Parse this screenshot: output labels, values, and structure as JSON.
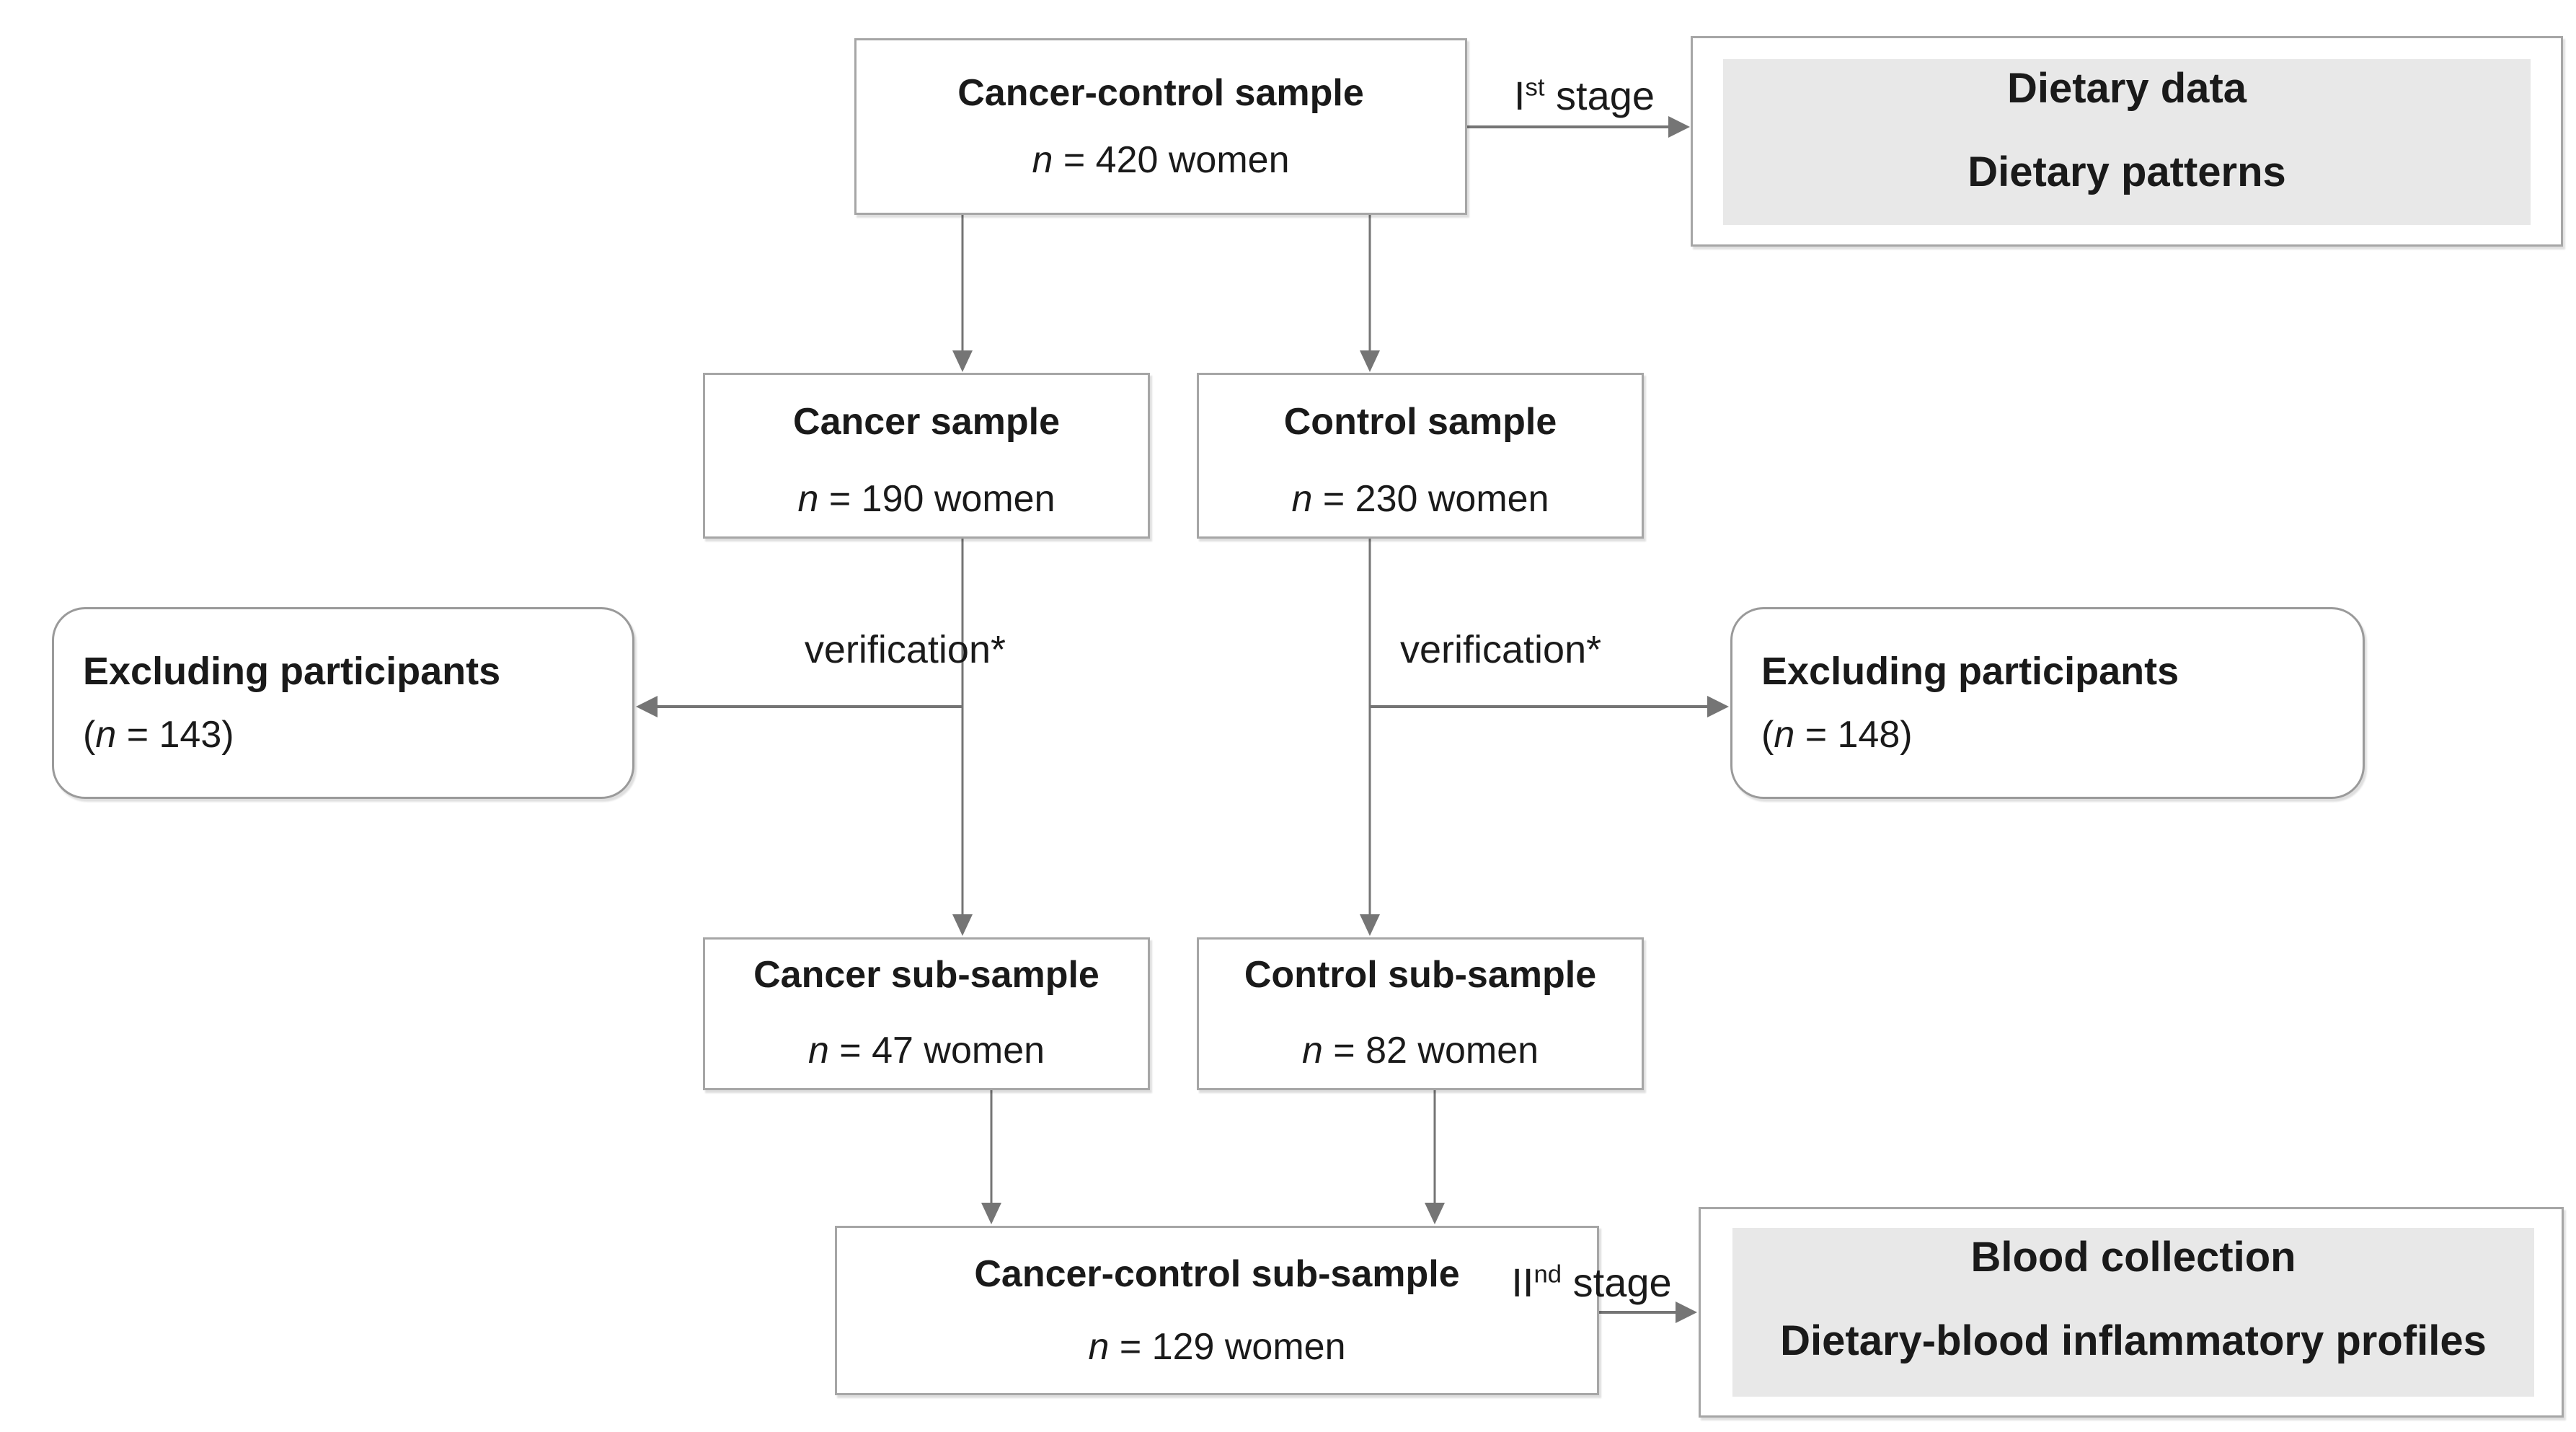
{
  "colors": {
    "border": "#a6a6a6",
    "border_round": "#9a9a9a",
    "panel": "#e8e8e8",
    "line": "#757575",
    "text": "#1a1a1a"
  },
  "nodes": {
    "cancer_control_sample": {
      "title": "Cancer-control sample",
      "n": "n",
      "count": " = 420 women"
    },
    "cancer_sample": {
      "title": "Cancer sample",
      "n": "n",
      "count": " = 190 women"
    },
    "control_sample": {
      "title": "Control sample",
      "n": "n",
      "count": " = 230 women"
    },
    "cancer_sub_sample": {
      "title": "Cancer sub-sample",
      "n": "n",
      "count": " = 47 women"
    },
    "control_sub_sample": {
      "title": "Control sub-sample",
      "n": "n",
      "count": " = 82 women"
    },
    "cancer_control_sub_sample": {
      "title": "Cancer-control sub-sample",
      "n": "n",
      "count": " = 129 women"
    },
    "excluding_left": {
      "title": "Excluding participants",
      "open": "(",
      "n": "n",
      "rest": " = 143)"
    },
    "excluding_right": {
      "title": "Excluding participants",
      "open": "(",
      "n": "n",
      "rest": " = 148)"
    },
    "dietary_panel": {
      "line1": "Dietary data",
      "line2": "Dietary patterns"
    },
    "blood_panel": {
      "line1": "Blood collection",
      "line2": "Dietary-blood inflammatory profiles"
    }
  },
  "labels": {
    "stage1": {
      "numeral": "I",
      "sup": "st",
      "rest": " stage"
    },
    "stage2": {
      "numeral": "II",
      "sup": "nd",
      "rest": " stage"
    },
    "verification_left": "verification*",
    "verification_right": "verification*"
  }
}
